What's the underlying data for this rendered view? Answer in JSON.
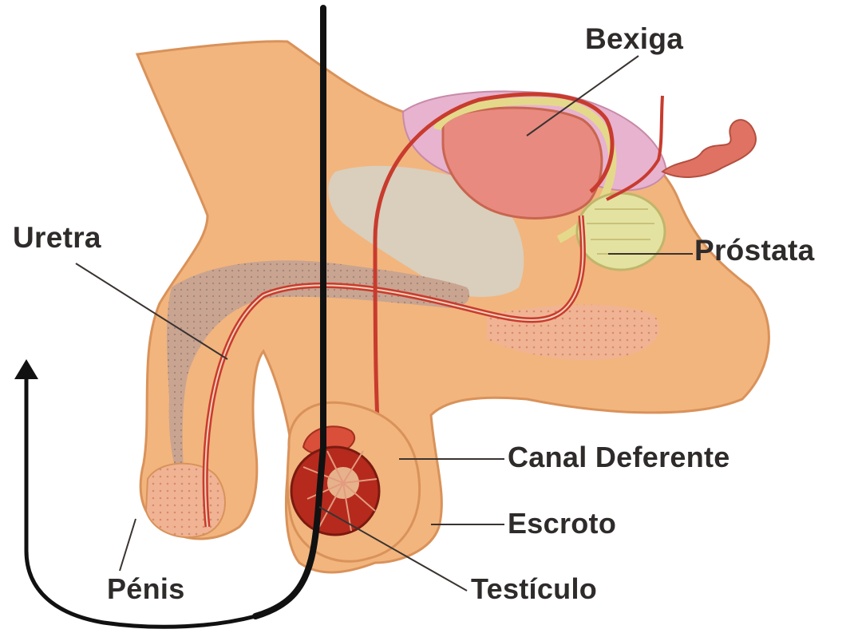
{
  "diagram": {
    "labels": {
      "bexiga": "Bexiga",
      "uretra": "Uretra",
      "prostata": "Próstata",
      "canal_deferente": "Canal Deferente",
      "escroto": "Escroto",
      "penis": "Pénis",
      "testiculo": "Testículo"
    },
    "colors": {
      "skin": "#f2b57d",
      "skin_outline": "#d9925a",
      "bladder": "#e88a80",
      "bladder_top": "#e7b3cf",
      "prostate": "#e4e2a0",
      "pelvic_bone": "#d7d0c3",
      "erectile_tissue": "#c9a491",
      "urethra_duct": "#c83b2e",
      "testicle": "#b52a1d",
      "arrow": "#111111"
    }
  }
}
